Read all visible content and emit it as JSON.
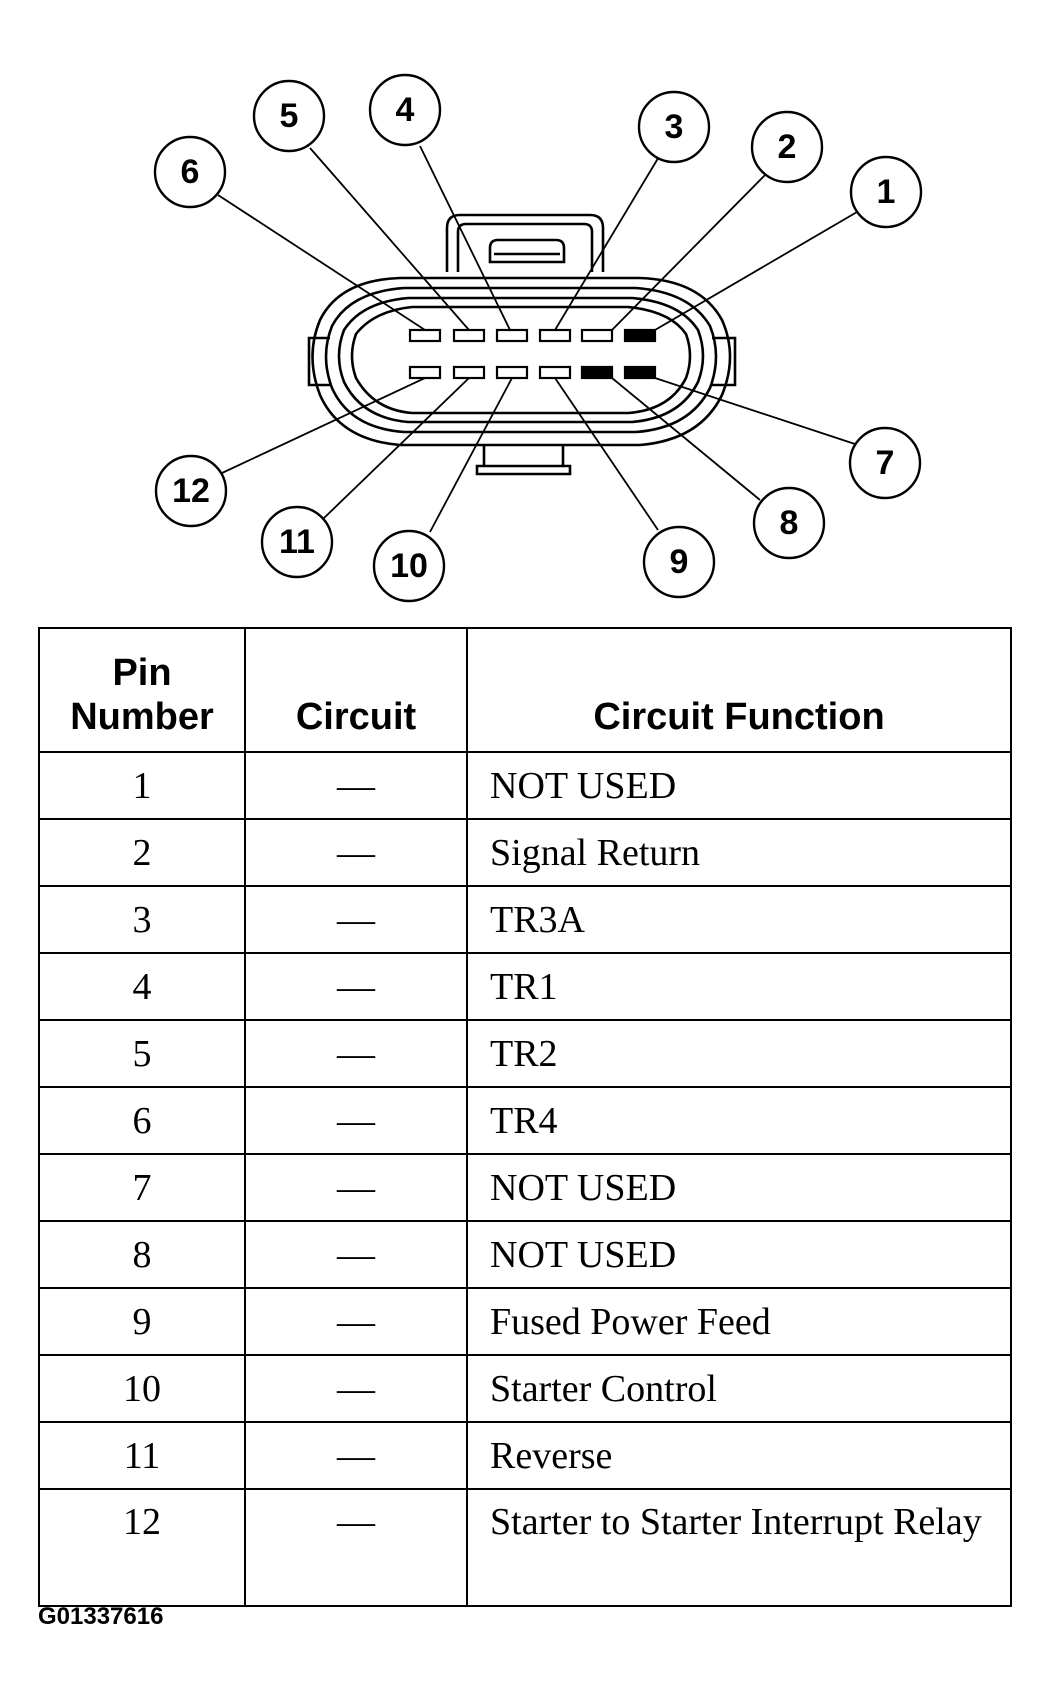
{
  "diagram": {
    "callouts": [
      "1",
      "2",
      "3",
      "4",
      "5",
      "6",
      "7",
      "8",
      "9",
      "10",
      "11",
      "12"
    ]
  },
  "table": {
    "headers": {
      "pin_number": "Pin\nNumber",
      "circuit": "Circuit",
      "circuit_function": "Circuit Function"
    },
    "rows": [
      {
        "pin": "1",
        "circuit": "—",
        "function": "NOT USED"
      },
      {
        "pin": "2",
        "circuit": "—",
        "function": "Signal Return"
      },
      {
        "pin": "3",
        "circuit": "—",
        "function": "TR3A"
      },
      {
        "pin": "4",
        "circuit": "—",
        "function": "TR1"
      },
      {
        "pin": "5",
        "circuit": "—",
        "function": "TR2"
      },
      {
        "pin": "6",
        "circuit": "—",
        "function": "TR4"
      },
      {
        "pin": "7",
        "circuit": "—",
        "function": "NOT USED"
      },
      {
        "pin": "8",
        "circuit": "—",
        "function": "NOT USED"
      },
      {
        "pin": "9",
        "circuit": "—",
        "function": "Fused Power Feed"
      },
      {
        "pin": "10",
        "circuit": "—",
        "function": "Starter Control"
      },
      {
        "pin": "11",
        "circuit": "—",
        "function": "Reverse"
      },
      {
        "pin": "12",
        "circuit": "—",
        "function": "Starter to Starter Interrupt Relay"
      }
    ]
  },
  "figure_id": "G01337616"
}
